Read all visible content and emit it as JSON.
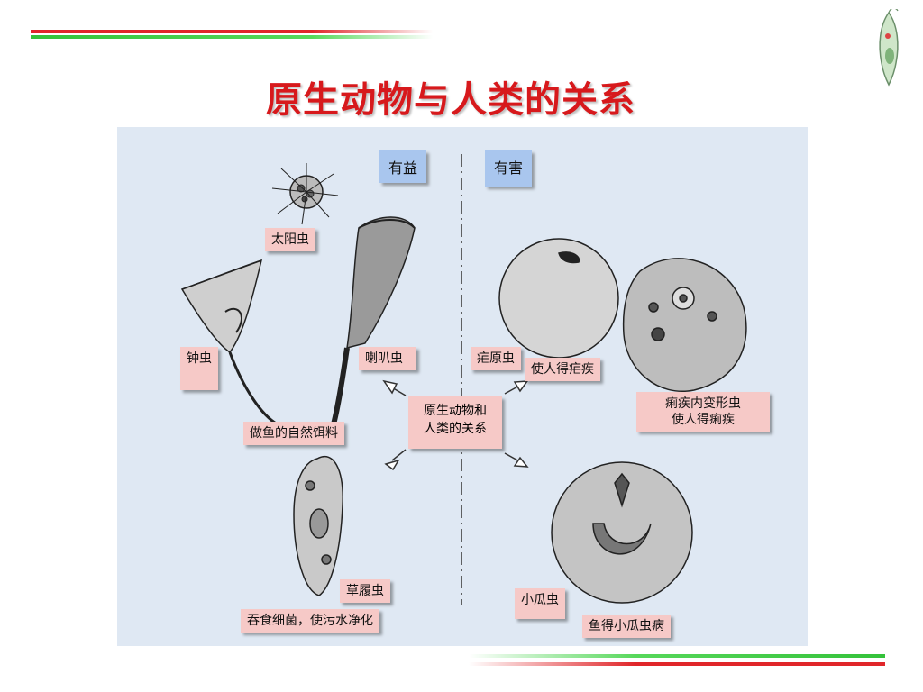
{
  "title": "原生动物与人类的关系",
  "columns": {
    "beneficial": "有益",
    "harmful": "有害"
  },
  "center": {
    "line1": "原生动物和",
    "line2": "人类的关系"
  },
  "labels": {
    "heliozoa": "太阳虫",
    "vorticella": "钟虫",
    "stentor": "喇叭虫",
    "fish_food": "做鱼的自然饵料",
    "paramecium": "草履虫",
    "paramecium_use": "吞食细菌，使污水净化",
    "plasmodium": "疟原虫",
    "plasmodium_effect": "使人得疟疾",
    "amoeba_line1": "痢疾内变形虫",
    "amoeba_line2": "使人得痢疾",
    "ichthyophthirius": "小瓜虫",
    "ichthyophthirius_effect": "鱼得小瓜虫病"
  },
  "colors": {
    "title": "#d7191c",
    "label_bg": "#f6c9c7",
    "header_bg": "#a9c6ee",
    "diagram_bg": "#dfe8f3"
  }
}
